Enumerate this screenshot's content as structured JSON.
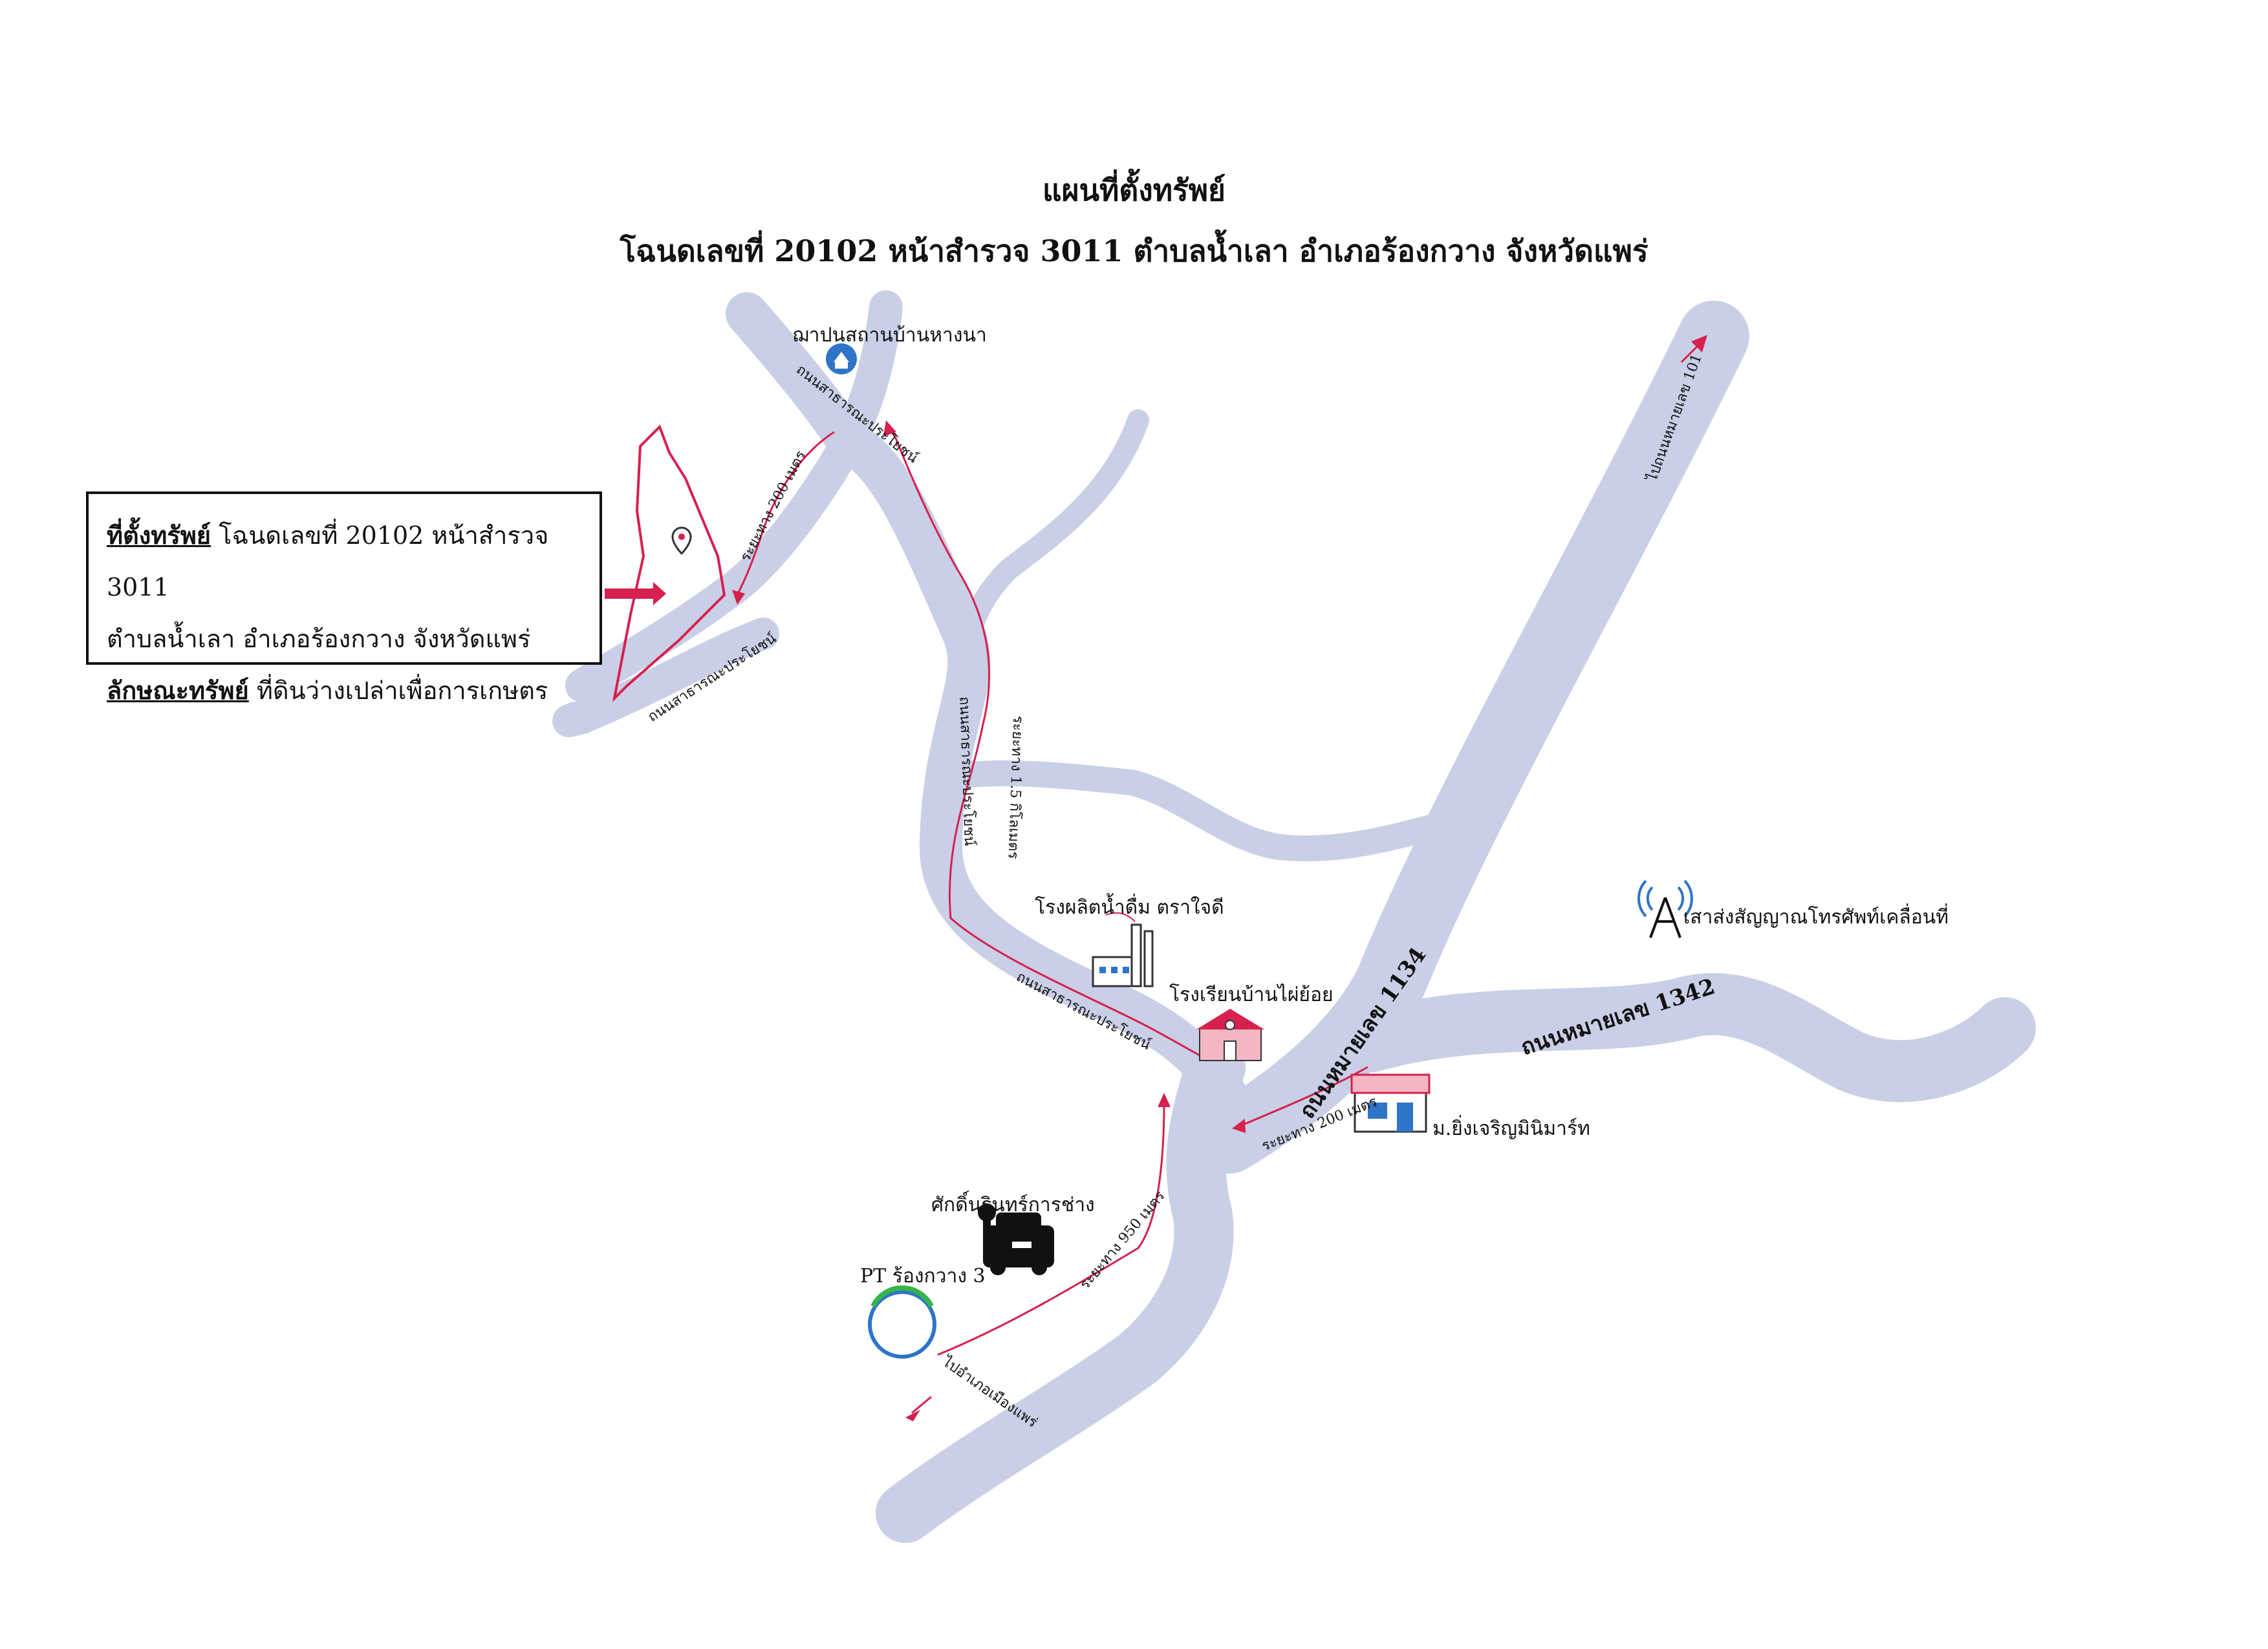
{
  "title": {
    "line1": "แผนที่ตั้งทรัพย์",
    "line2": "โฉนดเลขที่ 20102 หน้าสำรวจ 3011 ตำบลน้ำเลา อำเภอร้องกวาง จังหวัดแพร่"
  },
  "info_box": {
    "location_key": "ที่ตั้งทรัพย์",
    "location_value": " โฉนดเลขที่ 20102 หน้าสำรวจ 3011",
    "location_line2": "ตำบลน้ำเลา อำเภอร้องกวาง จังหวัดแพร่",
    "type_key": "ลักษณะทรัพย์",
    "type_value": " ที่ดินว่างเปล่าเพื่อการเกษตร"
  },
  "landmarks": {
    "church": "ฌาปนสถานบ้านหางนา",
    "factory": "โรงผลิตน้ำดื่ม ตราใจดี",
    "school": "โรงเรียนบ้านไผ่ย้อย",
    "tower": "เสาส่งสัญญาณโทรศัพท์เคลื่อนที่",
    "shop": "ม.ยิ่งเจริญมินิมาร์ท",
    "garage": "ศักดิ์นรินทร์การช่าง",
    "gas_station": "PT ร้องกวาง 3"
  },
  "roads": {
    "public_road": "ถนนสาธารณะประโยชน์",
    "highway_1134": "ถนนหมายเลข 1134",
    "highway_1342": "ถนนหมายเลข 1342",
    "to_highway_101": "ไปถนนหมายเลข 101",
    "to_mueang_phrae": "ไปอำเภอเมืองแพร่"
  },
  "distances": {
    "d200_top": "ระยะทาง 200 เมตร",
    "d1_5km": "ระยะทาง 1.5 กิโลเมตร",
    "d950": "ระยะทาง 950 เมตร",
    "d200_shop": "ระยะทาง 200 เมตร"
  },
  "colors": {
    "road": "#c9cfe6",
    "route": "#d6204e",
    "icon_blue": "#2e74c8",
    "icon_dark": "#111111"
  },
  "icons": [
    "church-icon",
    "location-pin-icon",
    "factory-icon",
    "school-icon",
    "tower-icon",
    "shop-icon",
    "garage-icon",
    "pt-logo"
  ]
}
